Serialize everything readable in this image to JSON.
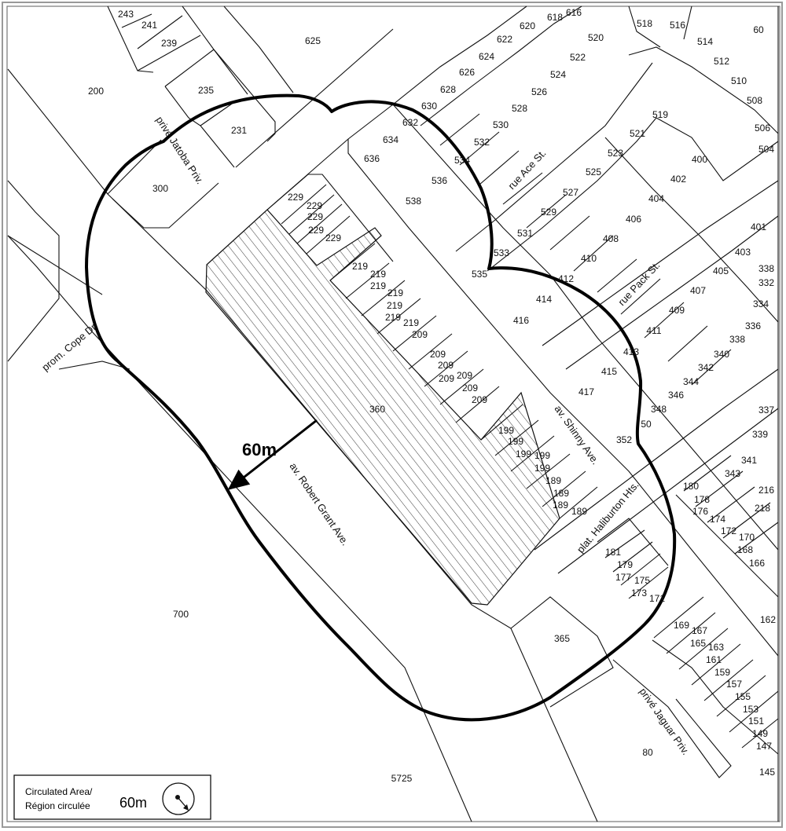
{
  "map": {
    "parcels": [
      "243",
      "241",
      "239",
      "625",
      "200",
      "235",
      "231",
      "300",
      "618",
      "616",
      "620",
      "622",
      "520",
      "518",
      "516",
      "60",
      "514",
      "512",
      "510",
      "508",
      "506",
      "504",
      "624",
      "522",
      "626",
      "524",
      "628",
      "526",
      "630",
      "528",
      "632",
      "530",
      "634",
      "532",
      "519",
      "521",
      "636",
      "534",
      "523",
      "400",
      "525",
      "402",
      "536",
      "229",
      "229",
      "229",
      "229",
      "229",
      "538",
      "527",
      "404",
      "529",
      "406",
      "401",
      "531",
      "408",
      "533",
      "403",
      "410",
      "219",
      "219",
      "219",
      "535",
      "405",
      "338",
      "332",
      "412",
      "219",
      "219",
      "407",
      "414",
      "334",
      "219",
      "409",
      "219",
      "416",
      "336",
      "411",
      "209",
      "338",
      "413",
      "209",
      "340",
      "342",
      "415",
      "209",
      "344",
      "209",
      "209",
      "417",
      "209",
      "346",
      "360",
      "209",
      "348",
      "337",
      "50",
      "199",
      "339",
      "352",
      "199",
      "199",
      "199",
      "199",
      "341",
      "343",
      "180",
      "178",
      "216",
      "189",
      "176",
      "189",
      "218",
      "174",
      "189",
      "172",
      "189",
      "170",
      "168",
      "181",
      "166",
      "179",
      "177",
      "175",
      "173",
      "171",
      "700",
      "162",
      "365",
      "169",
      "167",
      "165",
      "163",
      "161",
      "159",
      "157",
      "155",
      "153",
      "151",
      "149",
      "147",
      "80",
      "145",
      "5725"
    ],
    "streets": {
      "jatoba": "privé Jatoba Priv.",
      "cope": "prom. Cope Dr.",
      "ace": "rue Ace St.",
      "pack": "rue Pack St.",
      "shinny": "av. Shinny Ave.",
      "haliburton": "plat. Haliburton Hts.",
      "robert_grant": "av. Robert Grant Ave.",
      "jaguar": "privé Jaguar Priv."
    },
    "radius_label": "60m",
    "boundary_color": "#000000"
  },
  "legend": {
    "line1": "Circulated Area/",
    "line2": "Région circulée",
    "radius": "60m",
    "icon": "radius-circle-icon"
  }
}
